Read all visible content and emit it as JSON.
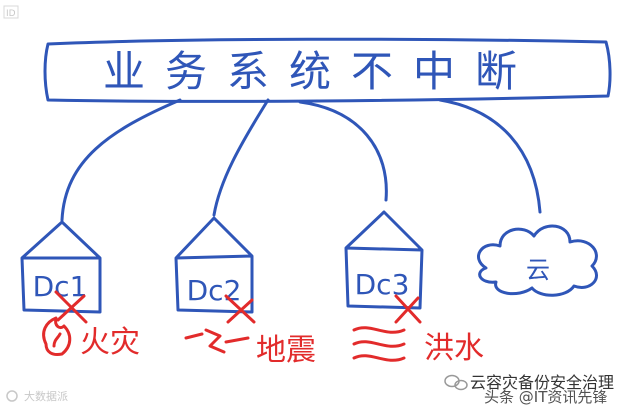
{
  "colors": {
    "ink_blue": "#2f56b8",
    "ink_red": "#e22b2b",
    "watermark_gray": "#c8c8c8",
    "caption_dark": "#333333"
  },
  "diagram": {
    "banner_text": "业务系统不中断",
    "sites": [
      {
        "label": "Dc1",
        "disaster": "火灾",
        "disaster_icon": "fire-icon"
      },
      {
        "label": "Dc2",
        "disaster": "地震",
        "disaster_icon": "earthquake-icon"
      },
      {
        "label": "Dc3",
        "disaster": "洪水",
        "disaster_icon": "flood-icon"
      }
    ],
    "cloud_label": "云"
  },
  "watermarks": {
    "top_left_logo": "ID",
    "bottom_left": "大数据派",
    "bottom_right": "云容灾备份安全治理",
    "toutiao_credit": "头条 @IT资讯先锋"
  }
}
